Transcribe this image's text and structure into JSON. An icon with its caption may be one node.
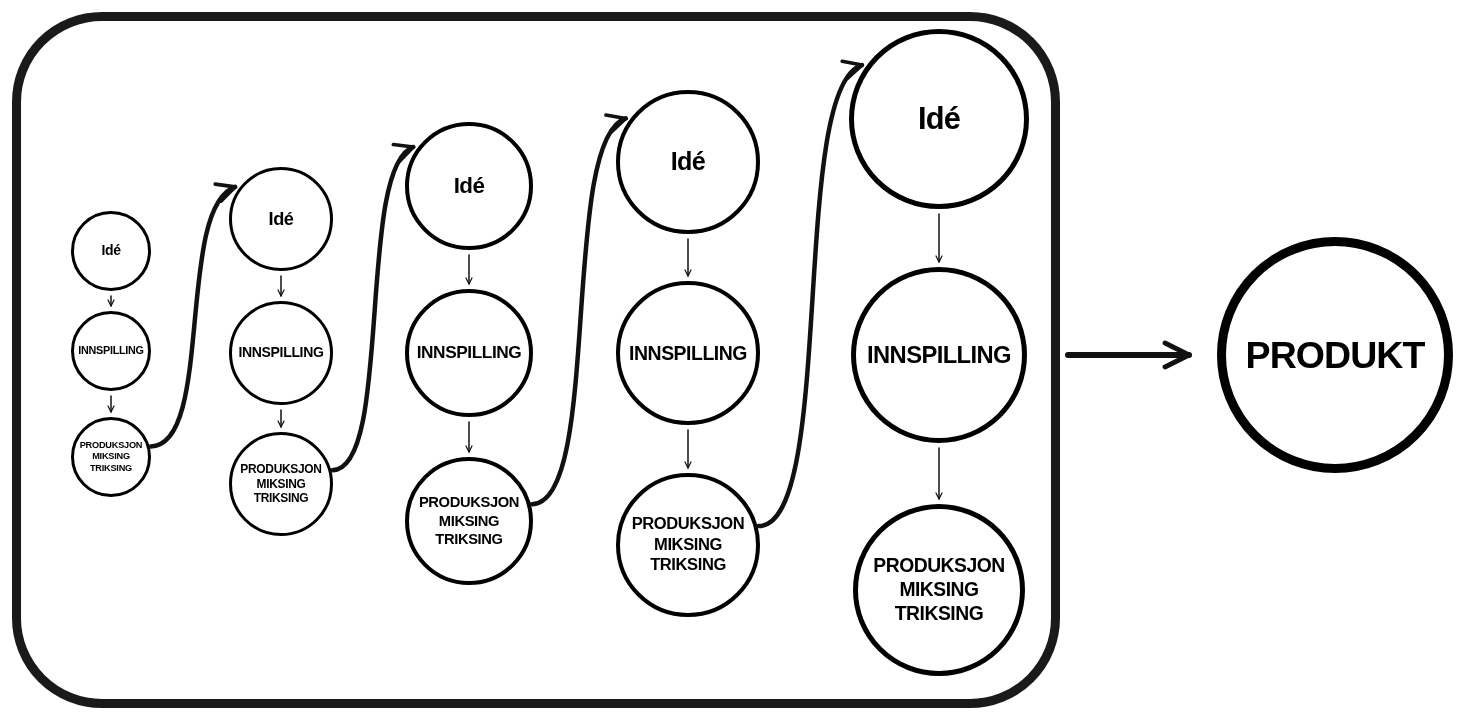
{
  "diagram": {
    "nodes": [
      {
        "text": [],
        "shape": "box"
      },
      {
        "text": [
          "Idé"
        ],
        "in": 0
      },
      {
        "text": [
          "INNSPILLING"
        ],
        "in": 0
      },
      {
        "text": [
          "PRODUKSJON MIKSING TRIKSING"
        ],
        "in": 0
      },
      {
        "text": [
          "Idé"
        ],
        "in": 0
      },
      {
        "text": [
          "INNSPILLING"
        ],
        "in": 0
      },
      {
        "text": [
          "PRODUKSJON MIKSING TRIKSING"
        ],
        "in": 0
      },
      {
        "text": [
          "Idé"
        ],
        "in": 0
      },
      {
        "text": [
          "INNSPILLING"
        ],
        "in": 0
      },
      {
        "text": [
          "PRODUKSJON MIKSING TRIKSING"
        ],
        "in": 0
      },
      {
        "text": [
          "Idé"
        ],
        "in": 0
      },
      {
        "text": [
          "INNSPILLING"
        ],
        "in": 0
      },
      {
        "text": [
          "PRODUKSJON MIKSING TRIKSING"
        ],
        "in": 0
      },
      {
        "text": [
          "Idé"
        ],
        "in": 0
      },
      {
        "text": [
          "INNSPILLING"
        ],
        "in": 0
      },
      {
        "text": [
          "PRODUKSJON MIKSING TRIKSING"
        ],
        "in": 0
      },
      {
        "text": [
          "PRODUKT"
        ]
      }
    ],
    "edges": [
      {
        "from": 1,
        "to": 2,
        "arrow": "to"
      },
      {
        "from": 2,
        "to": 3,
        "arrow": "to"
      },
      {
        "from": 3,
        "to": 4,
        "arrow": "to",
        "style": "thick"
      },
      {
        "from": 4,
        "to": 5,
        "arrow": "to"
      },
      {
        "from": 5,
        "to": 6,
        "arrow": "to"
      },
      {
        "from": 6,
        "to": 7,
        "arrow": "to",
        "style": "thick"
      },
      {
        "from": 7,
        "to": 8,
        "arrow": "to"
      },
      {
        "from": 8,
        "to": 9,
        "arrow": "to"
      },
      {
        "from": 9,
        "to": 10,
        "arrow": "to",
        "style": "thick"
      },
      {
        "from": 10,
        "to": 11,
        "arrow": "to"
      },
      {
        "from": 11,
        "to": 12,
        "arrow": "to"
      },
      {
        "from": 12,
        "to": 13,
        "arrow": "to",
        "style": "thick"
      },
      {
        "from": 13,
        "to": 14,
        "arrow": "to"
      },
      {
        "from": 14,
        "to": 15,
        "arrow": "to"
      },
      {
        "from": 0,
        "to": 16,
        "arrow": "to",
        "style": "thick"
      }
    ]
  }
}
